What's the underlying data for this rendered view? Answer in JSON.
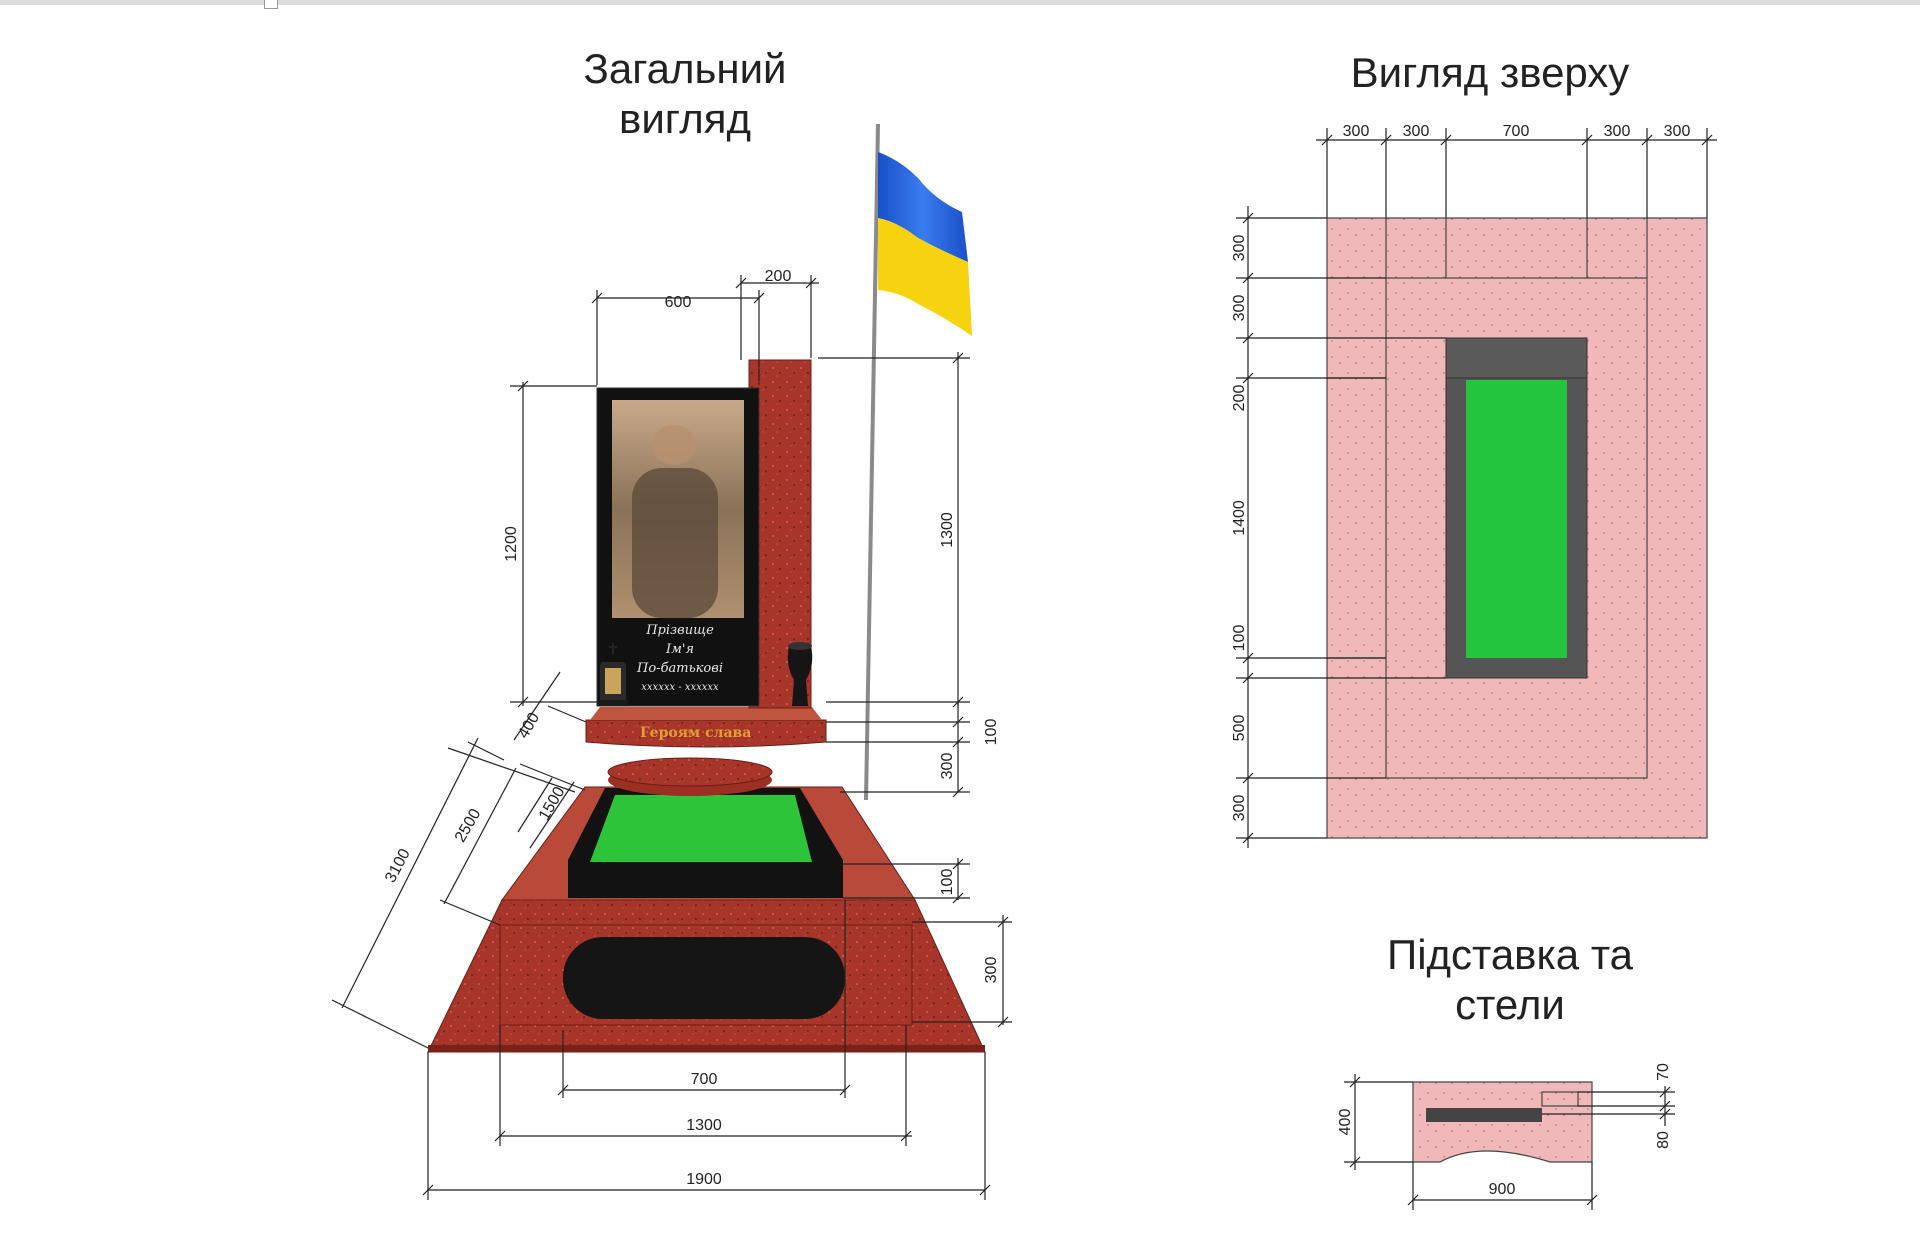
{
  "titles": {
    "general_view": "Загальний\nвигляд",
    "top_view": "Вигляд зверху",
    "stand_view": "Підставка та\nстели"
  },
  "inscription": {
    "line1": "Прізвище",
    "line2": "Ім'я",
    "line3": "По-батькові",
    "dates": "хххххх - хххххх",
    "plaque": "Героям слава"
  },
  "general_dims": {
    "w600": "600",
    "w200": "200",
    "h1200": "1200",
    "h1300": "1300",
    "h100a": "100",
    "h300a": "300",
    "h400": "400",
    "h1500": "1500",
    "h2500": "2500",
    "h3100": "3100",
    "h100b": "100",
    "h300b": "300",
    "w700": "700",
    "w1300": "1300",
    "w1900": "1900"
  },
  "top_dims": {
    "t1": "300",
    "t2": "300",
    "t3": "700",
    "t4": "300",
    "t5": "300",
    "v1": "300",
    "v2": "300",
    "v3": "200",
    "v4": "1400",
    "v5": "100",
    "v6": "500",
    "v7": "300"
  },
  "stand_dims": {
    "h400": "400",
    "h70": "70",
    "h80": "80",
    "w900": "900"
  },
  "colors": {
    "granite_red": "#a8352a",
    "granite_pink": "#f0b8b8",
    "black_granite": "#141414",
    "grass_green": "#22c53c",
    "flag_blue": "#1d5bd8",
    "flag_yellow": "#f6d20f"
  },
  "icons": [
    "flag-icon",
    "lantern-icon",
    "vase-icon",
    "cross-icon"
  ]
}
